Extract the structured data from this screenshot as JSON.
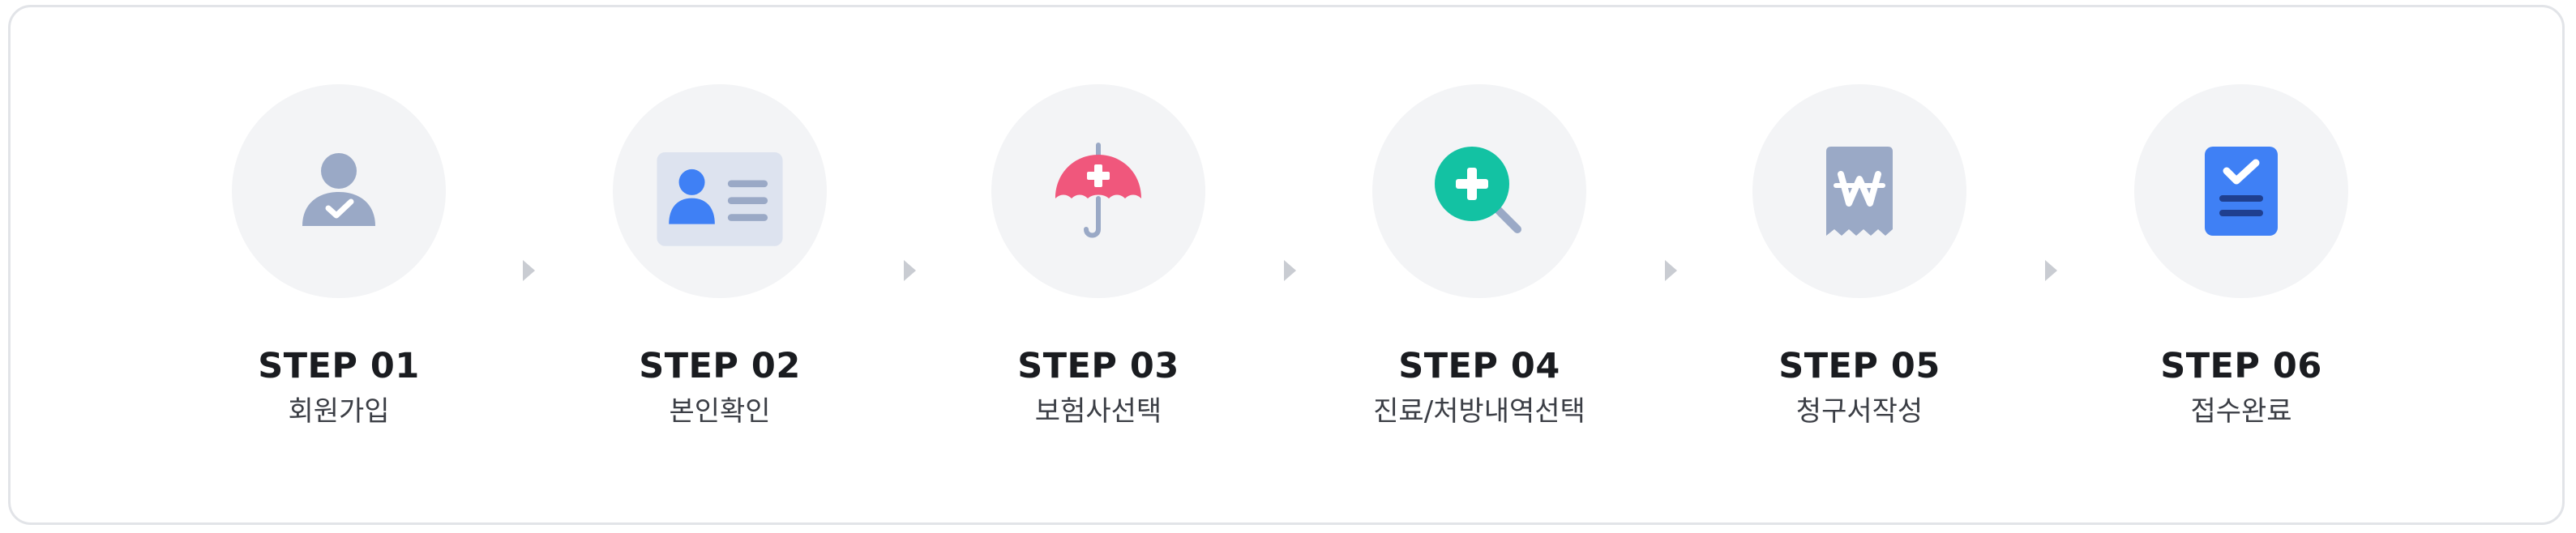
{
  "steps": [
    {
      "title": "STEP 01",
      "label": "회원가입",
      "icon": "user-check-icon"
    },
    {
      "title": "STEP 02",
      "label": "본인확인",
      "icon": "id-card-icon"
    },
    {
      "title": "STEP 03",
      "label": "보험사선택",
      "icon": "insurance-umbrella-icon"
    },
    {
      "title": "STEP 04",
      "label": "진료/처방내역선택",
      "icon": "medical-search-icon"
    },
    {
      "title": "STEP 05",
      "label": "청구서작성",
      "icon": "won-receipt-icon"
    },
    {
      "title": "STEP 06",
      "label": "접수완료",
      "icon": "document-check-icon"
    }
  ],
  "colors": {
    "gray_icon": "#9aa9c6",
    "blue": "#3f80f5",
    "pink": "#f0577c",
    "green": "#13c2a3",
    "circle_bg": "#f3f4f6",
    "arrow": "#c9ccd2"
  }
}
